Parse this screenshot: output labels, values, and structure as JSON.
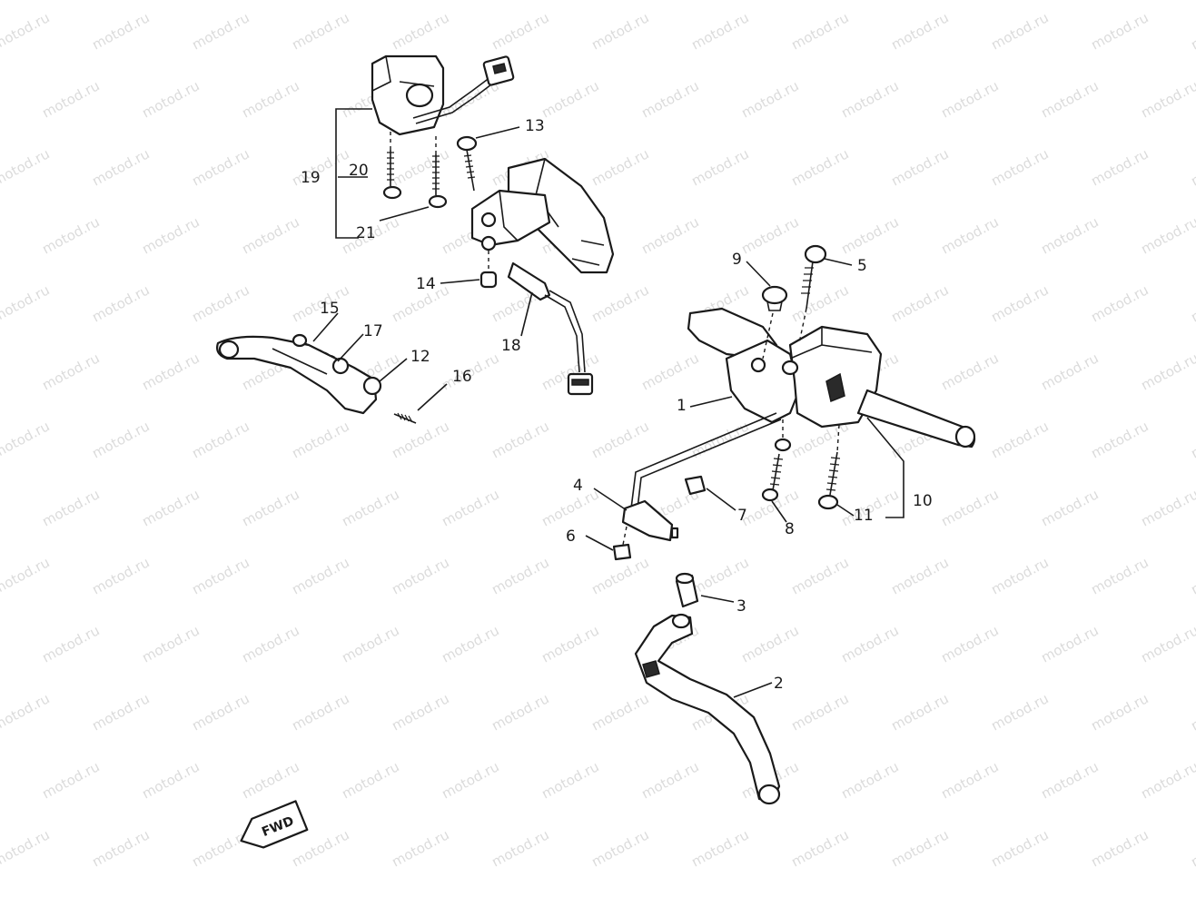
{
  "watermark": "motod.ru",
  "direction_badge": "FWD",
  "callouts": {
    "c1": "1",
    "c2": "2",
    "c3": "3",
    "c4": "4",
    "c5": "5",
    "c6": "6",
    "c7": "7",
    "c8": "8",
    "c9": "9",
    "c10": "10",
    "c11": "11",
    "c12": "12",
    "c13": "13",
    "c14": "14",
    "c15": "15",
    "c16": "16",
    "c17": "17",
    "c18": "18",
    "c19": "19",
    "c20": "20",
    "c21": "21"
  }
}
